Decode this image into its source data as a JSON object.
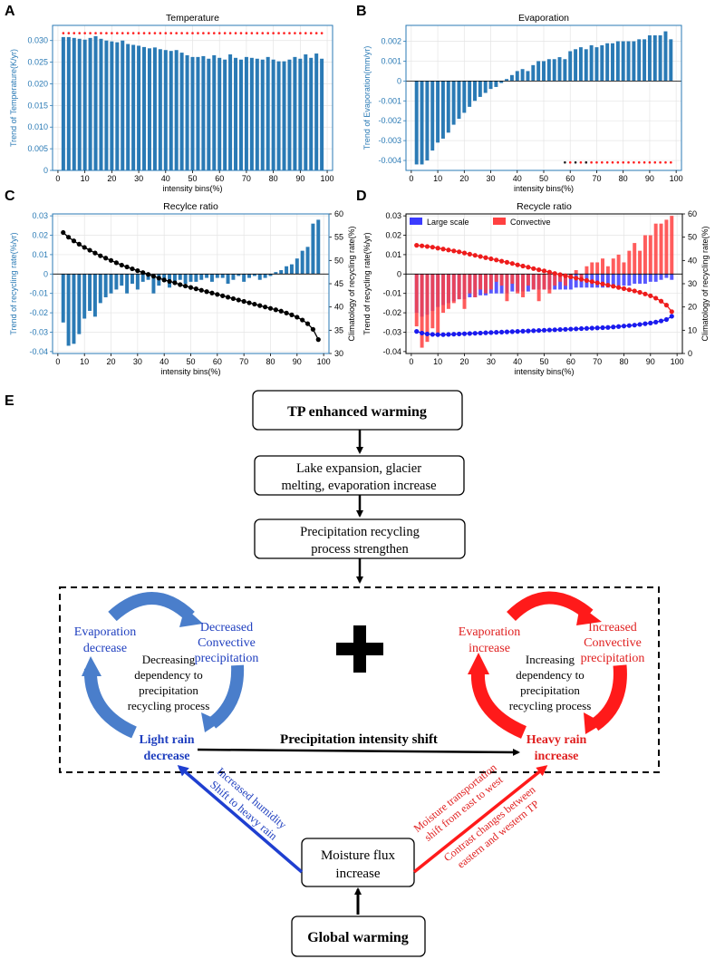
{
  "panel_letters": [
    "A",
    "B",
    "C",
    "D",
    "E"
  ],
  "colors": {
    "bar": "#2a7ab5",
    "axis_blue": "#2a7ab5",
    "large_scale": "#3b3bff",
    "convective": "#ff4040",
    "sig_red": "#ff2020",
    "blue_text": "#1f3fbf",
    "red_text": "#e02020",
    "arrow_blue": "#4a7ecb",
    "arrow_red": "#ff1a1a"
  },
  "chart_data": [
    {
      "panel": "A",
      "type": "bar",
      "title": "Temperature",
      "xlabel": "intensity bins(%)",
      "ylabel": "Trend of Temperature(K/yr)",
      "x": [
        2,
        4,
        6,
        8,
        10,
        12,
        14,
        16,
        18,
        20,
        22,
        24,
        26,
        28,
        30,
        32,
        34,
        36,
        38,
        40,
        42,
        44,
        46,
        48,
        50,
        52,
        54,
        56,
        58,
        60,
        62,
        64,
        66,
        68,
        70,
        72,
        74,
        76,
        78,
        80,
        82,
        84,
        86,
        88,
        90,
        92,
        94,
        96,
        98
      ],
      "values": [
        0.0308,
        0.0308,
        0.0306,
        0.0304,
        0.0302,
        0.0306,
        0.031,
        0.0304,
        0.03,
        0.0298,
        0.0296,
        0.03,
        0.0292,
        0.029,
        0.0288,
        0.0285,
        0.0282,
        0.0284,
        0.028,
        0.0278,
        0.0276,
        0.0278,
        0.0272,
        0.0266,
        0.0262,
        0.0262,
        0.0264,
        0.0258,
        0.0266,
        0.026,
        0.0256,
        0.0268,
        0.026,
        0.0256,
        0.0262,
        0.026,
        0.0258,
        0.0256,
        0.0262,
        0.0256,
        0.0252,
        0.0252,
        0.0256,
        0.0262,
        0.0258,
        0.0268,
        0.026,
        0.027,
        0.0258
      ],
      "significant_red": [
        2,
        4,
        6,
        8,
        10,
        12,
        14,
        16,
        18,
        20,
        22,
        24,
        26,
        28,
        30,
        32,
        34,
        36,
        38,
        40,
        42,
        44,
        46,
        48,
        50,
        52,
        54,
        56,
        58,
        60,
        62,
        64,
        66,
        68,
        70,
        72,
        74,
        76,
        78,
        80,
        82,
        84,
        86,
        88,
        90,
        92,
        94,
        96,
        98
      ],
      "xlim": [
        -2,
        102
      ],
      "ylim": [
        0,
        0.0335
      ],
      "xticks": [
        0,
        10,
        20,
        30,
        40,
        50,
        60,
        70,
        80,
        90,
        100
      ],
      "yticks": [
        0,
        0.005,
        0.01,
        0.015,
        0.02,
        0.025,
        0.03
      ],
      "ytick_labels": [
        "0",
        "0.005",
        "0.010",
        "0.015",
        "0.020",
        "0.025",
        "0.030"
      ]
    },
    {
      "panel": "B",
      "type": "bar",
      "title": "Evaporation",
      "xlabel": "intensity bins(%)",
      "ylabel": "Trend of Evaporation(mm/yr)",
      "x": [
        2,
        4,
        6,
        8,
        10,
        12,
        14,
        16,
        18,
        20,
        22,
        24,
        26,
        28,
        30,
        32,
        34,
        36,
        38,
        40,
        42,
        44,
        46,
        48,
        50,
        52,
        54,
        56,
        58,
        60,
        62,
        64,
        66,
        68,
        70,
        72,
        74,
        76,
        78,
        80,
        82,
        84,
        86,
        88,
        90,
        92,
        94,
        96,
        98
      ],
      "values": [
        -0.0042,
        -0.0042,
        -0.004,
        -0.0035,
        -0.0031,
        -0.0029,
        -0.0026,
        -0.0022,
        -0.0019,
        -0.0016,
        -0.0013,
        -0.001,
        -0.0008,
        -0.0006,
        -0.0004,
        -0.0003,
        -0.0001,
        0.0001,
        0.0003,
        0.0005,
        0.0006,
        0.0005,
        0.0008,
        0.001,
        0.001,
        0.0011,
        0.0011,
        0.0012,
        0.0011,
        0.0015,
        0.0016,
        0.0017,
        0.0016,
        0.0018,
        0.0017,
        0.0018,
        0.0019,
        0.0019,
        0.002,
        0.002,
        0.002,
        0.002,
        0.0021,
        0.0021,
        0.0023,
        0.0023,
        0.0023,
        0.0025,
        0.0021
      ],
      "significant_red": [
        60,
        64,
        66,
        68,
        70,
        72,
        74,
        76,
        78,
        80,
        82,
        84,
        86,
        88,
        90,
        92,
        94,
        96,
        98
      ],
      "significant_black": [
        58,
        62,
        66
      ],
      "xlim": [
        -2,
        102
      ],
      "ylim": [
        -0.0045,
        0.0028
      ],
      "xticks": [
        0,
        10,
        20,
        30,
        40,
        50,
        60,
        70,
        80,
        90,
        100
      ],
      "yticks": [
        -0.004,
        -0.003,
        -0.002,
        -0.001,
        0,
        0.001,
        0.002
      ],
      "ytick_labels": [
        "-0.004",
        "-0.003",
        "-0.002",
        "-0.001",
        "0",
        "0.001",
        "0.002"
      ]
    },
    {
      "panel": "C",
      "type": "bar",
      "title": "Recylce ratio",
      "xlabel": "intensity bins(%)",
      "ylabel": "Trend of recycling rate(%/yr)",
      "y2label": "Climatology of recycling rate(%)",
      "x": [
        2,
        4,
        6,
        8,
        10,
        12,
        14,
        16,
        18,
        20,
        22,
        24,
        26,
        28,
        30,
        32,
        34,
        36,
        38,
        40,
        42,
        44,
        46,
        48,
        50,
        52,
        54,
        56,
        58,
        60,
        62,
        64,
        66,
        68,
        70,
        72,
        74,
        76,
        78,
        80,
        82,
        84,
        86,
        88,
        90,
        92,
        94,
        96,
        98
      ],
      "values": [
        -0.025,
        -0.037,
        -0.036,
        -0.031,
        -0.023,
        -0.019,
        -0.022,
        -0.015,
        -0.012,
        -0.01,
        -0.008,
        -0.006,
        -0.01,
        -0.005,
        -0.008,
        -0.004,
        -0.003,
        -0.01,
        -0.006,
        -0.004,
        -0.007,
        -0.004,
        -0.003,
        -0.005,
        -0.004,
        -0.004,
        -0.003,
        -0.002,
        -0.004,
        -0.002,
        -0.002,
        -0.005,
        -0.003,
        -0.001,
        -0.004,
        -0.002,
        -0.001,
        -0.003,
        -0.002,
        -0.001,
        0.001,
        0.002,
        0.004,
        0.005,
        0.008,
        0.012,
        0.014,
        0.026,
        0.028
      ],
      "climatology": [
        56.0,
        55.0,
        54.2,
        53.5,
        52.8,
        52.2,
        51.6,
        51.0,
        50.5,
        50.0,
        49.5,
        49.0,
        48.6,
        48.2,
        47.8,
        47.4,
        47.0,
        46.6,
        46.2,
        45.8,
        45.5,
        45.2,
        44.8,
        44.5,
        44.2,
        43.9,
        43.6,
        43.3,
        43.0,
        42.7,
        42.4,
        42.1,
        41.8,
        41.5,
        41.2,
        40.9,
        40.6,
        40.3,
        40.0,
        39.7,
        39.4,
        39.1,
        38.7,
        38.3,
        37.8,
        37.2,
        36.4,
        35.2,
        33.0
      ],
      "xlim": [
        -2,
        102
      ],
      "ylim": [
        -0.041,
        0.031
      ],
      "y2lim": [
        30,
        60
      ],
      "xticks": [
        0,
        10,
        20,
        30,
        40,
        50,
        60,
        70,
        80,
        90,
        100
      ],
      "yticks": [
        -0.04,
        -0.03,
        -0.02,
        -0.01,
        0,
        0.01,
        0.02,
        0.03
      ],
      "ytick_labels": [
        "-0.04",
        "-0.03",
        "-0.02",
        "-0.01",
        "0",
        "0.01",
        "0.02",
        "0.03"
      ],
      "y2ticks": [
        30,
        35,
        40,
        45,
        50,
        55,
        60
      ]
    },
    {
      "panel": "D",
      "type": "bar",
      "title": "Recycle ratio",
      "xlabel": "intensity bins(%)",
      "ylabel": "Trend of recycling rate(%/yr)",
      "y2label": "Climatology of recycling rate(%)",
      "legend": [
        "Large scale",
        "Convective"
      ],
      "x": [
        2,
        4,
        6,
        8,
        10,
        12,
        14,
        16,
        18,
        20,
        22,
        24,
        26,
        28,
        30,
        32,
        34,
        36,
        38,
        40,
        42,
        44,
        46,
        48,
        50,
        52,
        54,
        56,
        58,
        60,
        62,
        64,
        66,
        68,
        70,
        72,
        74,
        76,
        78,
        80,
        82,
        84,
        86,
        88,
        90,
        92,
        94,
        96,
        98
      ],
      "series": [
        {
          "name": "Large scale",
          "values": [
            -0.02,
            -0.022,
            -0.021,
            -0.019,
            -0.017,
            -0.016,
            -0.015,
            -0.014,
            -0.013,
            -0.013,
            -0.012,
            -0.012,
            -0.011,
            -0.011,
            -0.01,
            -0.01,
            -0.01,
            -0.01,
            -0.009,
            -0.009,
            -0.009,
            -0.009,
            -0.008,
            -0.008,
            -0.008,
            -0.008,
            -0.008,
            -0.008,
            -0.008,
            -0.008,
            -0.007,
            -0.007,
            -0.007,
            -0.007,
            -0.007,
            -0.007,
            -0.007,
            -0.006,
            -0.006,
            -0.006,
            -0.006,
            -0.005,
            -0.005,
            -0.005,
            -0.004,
            -0.004,
            -0.003,
            -0.002,
            -0.003
          ]
        },
        {
          "name": "Convective",
          "values": [
            -0.027,
            -0.038,
            -0.035,
            -0.028,
            -0.031,
            -0.02,
            -0.018,
            -0.015,
            -0.013,
            -0.018,
            -0.01,
            -0.012,
            -0.008,
            -0.01,
            -0.008,
            -0.004,
            -0.006,
            -0.014,
            -0.005,
            -0.01,
            -0.012,
            -0.006,
            -0.008,
            -0.014,
            -0.008,
            -0.01,
            -0.006,
            -0.004,
            -0.006,
            -0.002,
            0.002,
            -0.003,
            0.004,
            0.006,
            0.006,
            0.008,
            0.004,
            0.008,
            0.01,
            0.006,
            0.012,
            0.016,
            0.012,
            0.02,
            0.02,
            0.026,
            0.026,
            0.028,
            0.03
          ]
        }
      ],
      "climatology_red": [
        46.5,
        46.3,
        46.0,
        45.7,
        45.3,
        44.9,
        44.5,
        44.1,
        43.7,
        43.2,
        42.7,
        42.2,
        41.7,
        41.2,
        40.7,
        40.2,
        39.7,
        39.2,
        38.7,
        38.1,
        37.6,
        37.1,
        36.5,
        36.0,
        35.5,
        35.0,
        34.4,
        33.9,
        33.4,
        32.9,
        32.4,
        31.9,
        31.4,
        30.9,
        30.4,
        29.9,
        29.4,
        28.9,
        28.4,
        27.9,
        27.4,
        26.9,
        26.3,
        25.6,
        24.8,
        23.8,
        22.5,
        20.8,
        18.0
      ],
      "climatology_blue": [
        9.5,
        8.8,
        8.4,
        8.2,
        8.1,
        8.1,
        8.2,
        8.3,
        8.4,
        8.5,
        8.6,
        8.7,
        8.8,
        8.9,
        9.0,
        9.1,
        9.2,
        9.3,
        9.4,
        9.5,
        9.6,
        9.7,
        9.8,
        9.9,
        10.0,
        10.1,
        10.2,
        10.3,
        10.4,
        10.5,
        10.6,
        10.7,
        10.8,
        10.9,
        11.0,
        11.1,
        11.2,
        11.4,
        11.6,
        11.8,
        12.0,
        12.2,
        12.5,
        12.8,
        13.1,
        13.5,
        14.0,
        14.6,
        16.0
      ],
      "xlim": [
        -2,
        102
      ],
      "ylim": [
        -0.041,
        0.031
      ],
      "y2lim": [
        0,
        60
      ],
      "xticks": [
        0,
        10,
        20,
        30,
        40,
        50,
        60,
        70,
        80,
        90,
        100
      ],
      "yticks": [
        -0.04,
        -0.03,
        -0.02,
        -0.01,
        0,
        0.01,
        0.02,
        0.03
      ],
      "ytick_labels": [
        "-0.04",
        "-0.03",
        "-0.02",
        "-0.01",
        "0",
        "0.01",
        "0.02",
        "0.03"
      ],
      "y2ticks": [
        0,
        10,
        20,
        30,
        40,
        50,
        60
      ]
    }
  ],
  "diagram": {
    "tp_warming": "TP enhanced warming",
    "lake_line1": "Lake expansion, glacier",
    "lake_line2": "melting, evaporation increase",
    "recycling_line1": "Precipitation recycling",
    "recycling_line2": "process strengthen",
    "left_evap_line1": "Evaporation",
    "left_evap_line2": "decrease",
    "left_conv_line1": "Decreased",
    "left_conv_line2": "Convective",
    "left_conv_line3": "precipitation",
    "left_center_line1": "Decreasing",
    "left_center_line2": "dependency to",
    "left_center_line3": "precipitation",
    "left_center_line4": "recycling process",
    "light_rain_line1": "Light rain",
    "light_rain_line2": "decrease",
    "right_evap_line1": "Evaporation",
    "right_evap_line2": "increase",
    "right_conv_line1": "Increased",
    "right_conv_line2": "Convective",
    "right_conv_line3": "precipitation",
    "right_center_line1": "Increasing",
    "right_center_line2": "dependency to",
    "right_center_line3": "precipitation",
    "right_center_line4": "recycling process",
    "heavy_rain_line1": "Heavy rain",
    "heavy_rain_line2": "increase",
    "shift_label": "Precipitation intensity shift",
    "blue_arrow_line1": "Increased humidity",
    "blue_arrow_line2": "Shift to heavy rain",
    "red_arrow_line1": "Moisture transportation",
    "red_arrow_line2": "shift from east to west",
    "red_arrow_line3": "Contrast changes between",
    "red_arrow_line4": "eastern and western TP",
    "moisture_line1": "Moisture flux",
    "moisture_line2": "increase",
    "global_warming": "Global warming"
  }
}
